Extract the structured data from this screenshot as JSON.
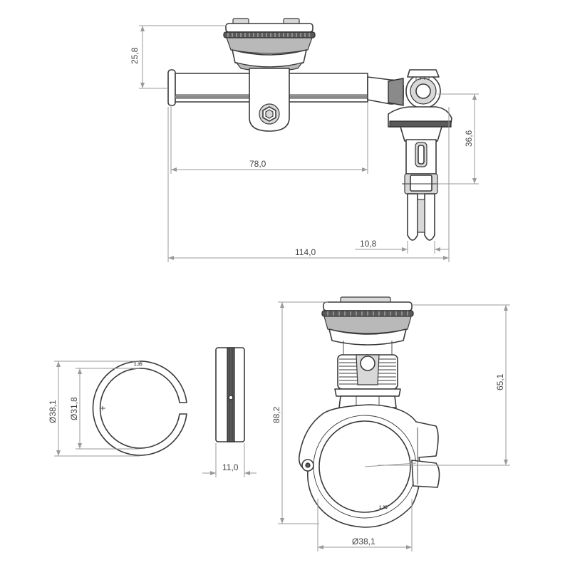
{
  "dimensions": {
    "height_top": "25,8",
    "arm_length": "78,0",
    "clamp_height": "36,6",
    "clamp_width": "10,8",
    "overall_length": "114,0",
    "ring_outer_diameter": "Ø38,1",
    "ring_inner_diameter": "Ø31,8",
    "ring_width": "11,0",
    "mount_total_height": "88,2",
    "mount_upper_height": "65,1",
    "clamp_diameter": "Ø38,1"
  },
  "ring_label": "1.35",
  "clamp_label": "1.35"
}
